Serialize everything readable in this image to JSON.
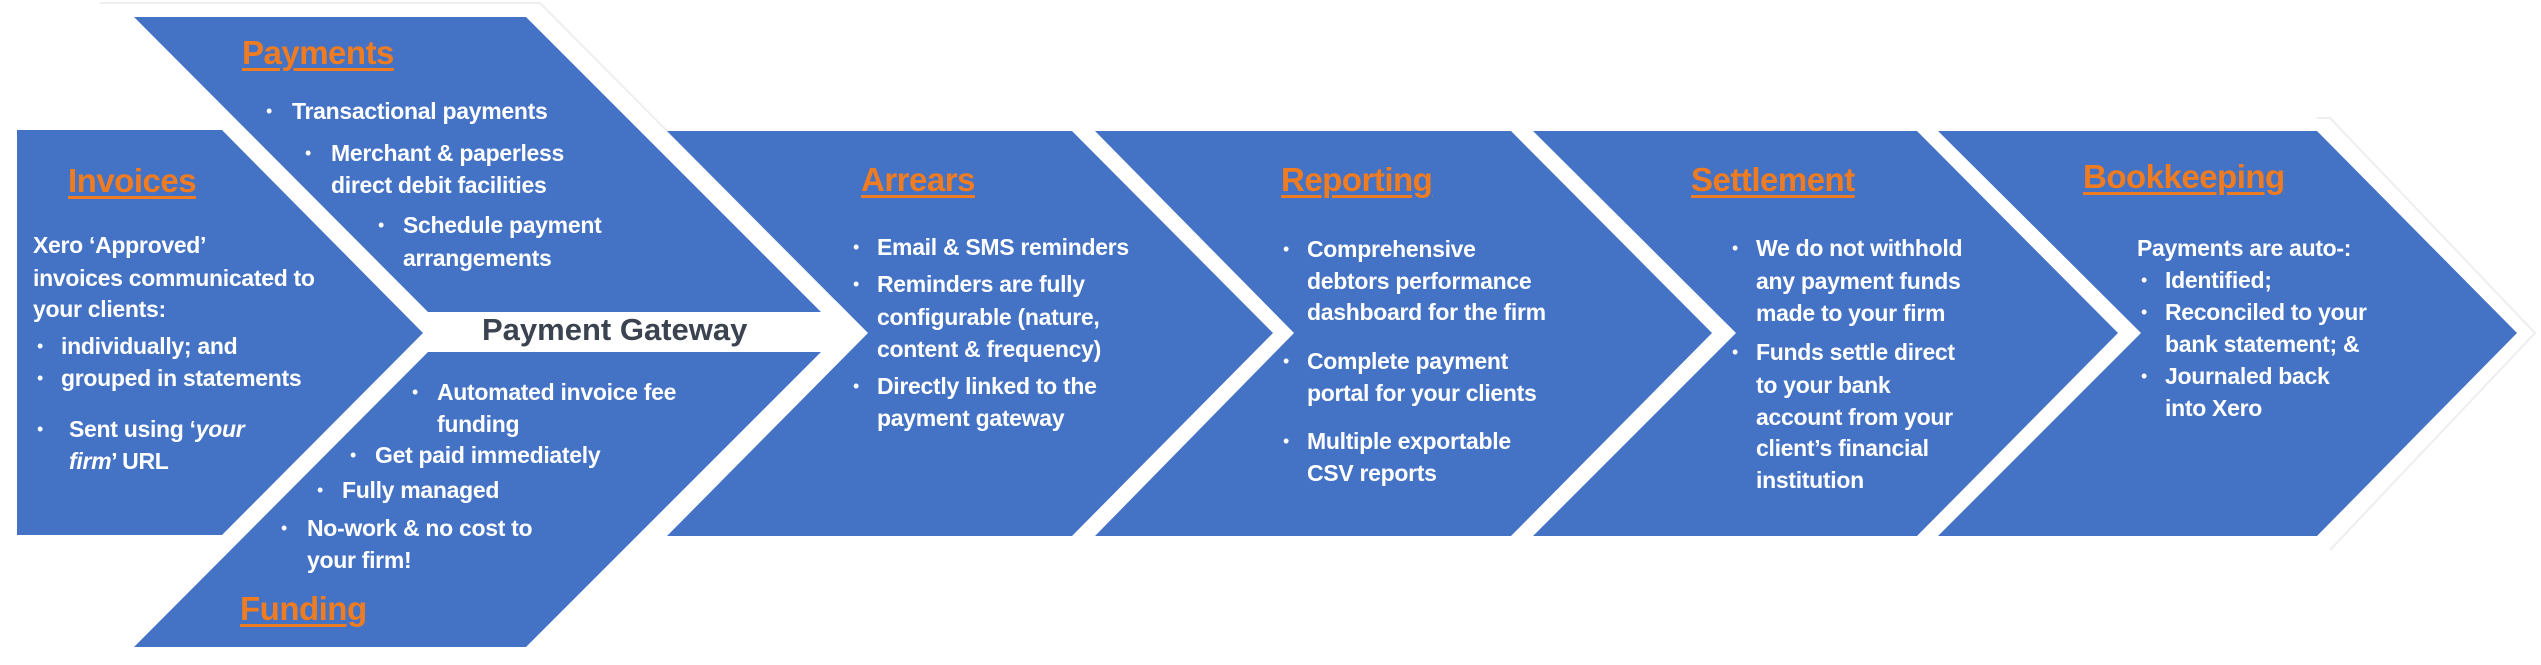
{
  "colors": {
    "shape_fill": "#4472C4",
    "title": "#F07C22",
    "text": "#FFFFFF",
    "gateway_text": "#3B4350"
  },
  "invoices": {
    "title": "Invoices",
    "intro": [
      "Xero ‘Approved’",
      "invoices communicated  to",
      "your clients:"
    ],
    "bullets": [
      "individually; and",
      "grouped in statements"
    ],
    "sent": {
      "l1": "Sent using ‘",
      "l1_italic": "your",
      "l2_italic": "firm",
      "l2": "’ URL"
    }
  },
  "payments": {
    "title": "Payments",
    "bullets": [
      [
        "Transactional payments"
      ],
      [
        "Merchant & paperless",
        "direct debit facilities"
      ],
      [
        "Schedule payment",
        "arrangements"
      ]
    ]
  },
  "gateway": {
    "label": "Payment Gateway"
  },
  "funding": {
    "title": "Funding",
    "bullets": [
      [
        "Automated invoice fee",
        "funding"
      ],
      [
        "Get paid immediately"
      ],
      [
        "Fully managed"
      ],
      [
        "No-work & no cost to",
        "your firm!"
      ]
    ]
  },
  "arrears": {
    "title": "Arrears",
    "bullets": [
      [
        "Email & SMS reminders"
      ],
      [
        "Reminders are fully",
        "configurable (nature,",
        "content & frequency)"
      ],
      [
        "Directly linked to the",
        "payment gateway"
      ]
    ]
  },
  "reporting": {
    "title": "Reporting",
    "bullets": [
      [
        "Comprehensive",
        "debtors performance",
        "dashboard for the firm"
      ],
      [
        "Complete payment",
        "portal for your clients"
      ],
      [
        "Multiple exportable",
        "CSV reports"
      ]
    ]
  },
  "settlement": {
    "title": "Settlement",
    "bullets": [
      [
        "We do not withhold",
        "any payment funds",
        "made to your firm"
      ],
      [
        "Funds settle direct",
        "to your bank",
        "account from your",
        "client’s financial",
        "institution"
      ]
    ]
  },
  "bookkeeping": {
    "title": "Bookkeeping",
    "intro": "Payments are auto-:",
    "bullets": [
      [
        "Identified;"
      ],
      [
        "Reconciled to your",
        "bank statement; &"
      ],
      [
        "Journaled back",
        "into Xero"
      ]
    ]
  },
  "bullet_glyph": "•"
}
